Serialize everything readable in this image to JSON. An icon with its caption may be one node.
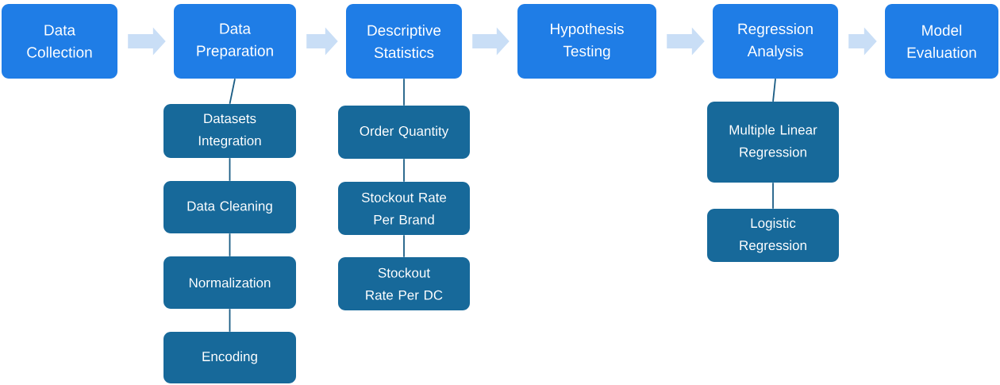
{
  "diagram": {
    "nodes": [
      {
        "text": [
          "Data Collection"
        ]
      },
      {
        "text": [
          "Data Preparation"
        ]
      },
      {
        "text": [
          "Descriptive Statistics"
        ]
      },
      {
        "text": [
          "Hypothesis Testing"
        ]
      },
      {
        "text": [
          "Regression Analysis"
        ]
      },
      {
        "text": [
          "Model Evaluation"
        ]
      },
      {
        "text": [
          "Datasets Integration"
        ]
      },
      {
        "text": [
          "Data Cleaning"
        ]
      },
      {
        "text": [
          "Normalization"
        ]
      },
      {
        "text": [
          "Encoding"
        ]
      },
      {
        "text": [
          "Order Quantity"
        ]
      },
      {
        "text": [
          "Stockout Rate Per Brand"
        ]
      },
      {
        "text": [
          "Stockout Rate Per DC"
        ]
      },
      {
        "text": [
          "Multiple Linear Regression"
        ]
      },
      {
        "text": [
          "Logistic Regression"
        ]
      }
    ],
    "edges": [
      {
        "from": 0,
        "to": 1,
        "arrow": "to",
        "style": "thick",
        "color": "#c9def6"
      },
      {
        "from": 1,
        "to": 2,
        "arrow": "to",
        "style": "thick",
        "color": "#c9def6"
      },
      {
        "from": 2,
        "to": 3,
        "arrow": "to",
        "style": "thick",
        "color": "#c9def6"
      },
      {
        "from": 3,
        "to": 4,
        "arrow": "to",
        "style": "thick",
        "color": "#c9def6"
      },
      {
        "from": 4,
        "to": 5,
        "arrow": "to",
        "style": "thick",
        "color": "#c9def6"
      },
      {
        "from": 1,
        "to": 6,
        "arrow": "none"
      },
      {
        "from": 6,
        "to": 7,
        "arrow": "none"
      },
      {
        "from": 7,
        "to": 8,
        "arrow": "none"
      },
      {
        "from": 8,
        "to": 9,
        "arrow": "none"
      },
      {
        "from": 2,
        "to": 10,
        "arrow": "none"
      },
      {
        "from": 10,
        "to": 11,
        "arrow": "none"
      },
      {
        "from": 11,
        "to": 12,
        "arrow": "none"
      },
      {
        "from": 4,
        "to": 13,
        "arrow": "none"
      },
      {
        "from": 13,
        "to": 14,
        "arrow": "none"
      }
    ]
  }
}
